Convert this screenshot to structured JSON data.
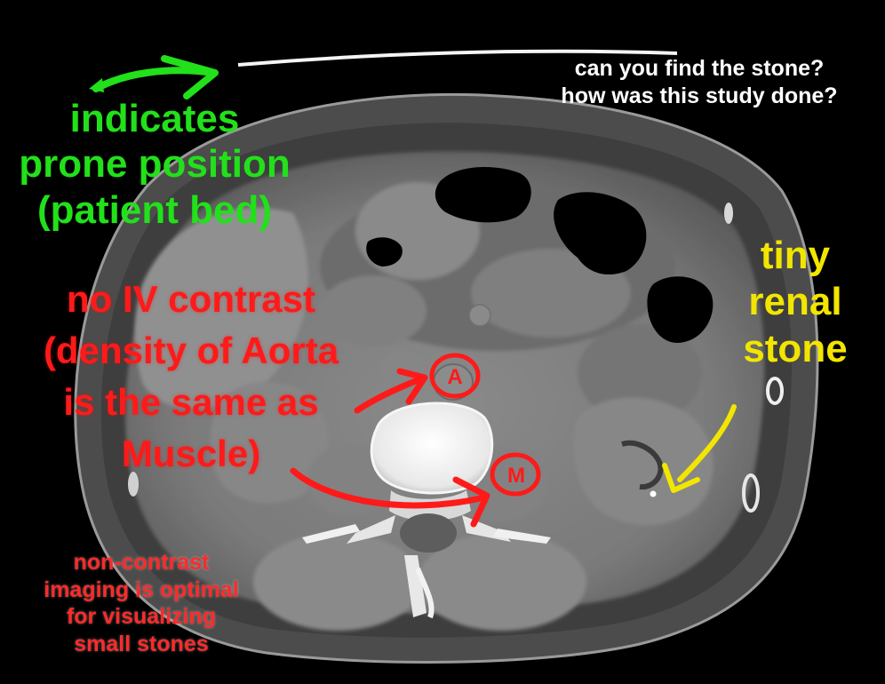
{
  "question": {
    "line1": "can you find the stone?",
    "line2": "how was this study done?"
  },
  "prone_note": {
    "line1": "indicates",
    "line2": "prone position",
    "line3": "(patient bed)"
  },
  "contrast_note": {
    "line1": "no IV contrast",
    "line2": "(density of Aorta",
    "line3": "is the same as",
    "line4": "Muscle)"
  },
  "markers": {
    "aorta": "A",
    "muscle": "M"
  },
  "stone_note": {
    "line1": "tiny",
    "line2": "renal",
    "line3": "stone"
  },
  "optimal_note": {
    "line1": "non-contrast",
    "line2": "imaging is optimal",
    "line3": "for visualizing",
    "line4": "small stones"
  },
  "colors": {
    "green_annotation": "#22e01a",
    "red_annotation": "#ff1a1a",
    "yellow_annotation": "#f2e600",
    "white_text": "#ffffff"
  }
}
